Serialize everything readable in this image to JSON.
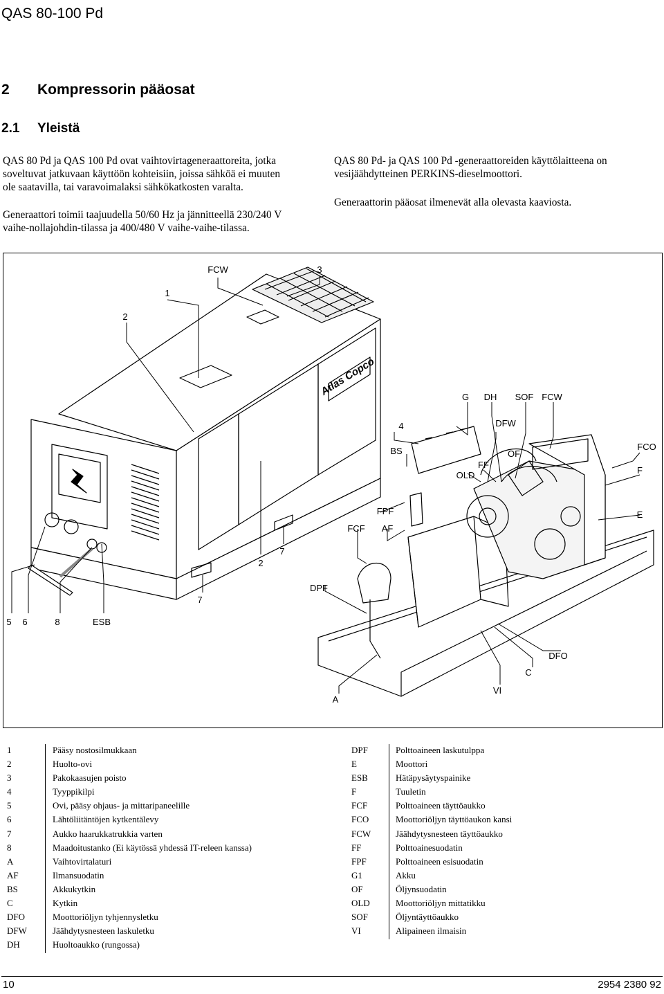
{
  "header": {
    "title": "QAS 80-100 Pd"
  },
  "section": {
    "number": "2",
    "title": "Kompressorin pääosat"
  },
  "subsection": {
    "number": "2.1",
    "title": "Yleistä"
  },
  "left_col": {
    "p1": [
      "QAS 80 Pd ja QAS 100 Pd ovat vaihtovirtageneraattoreita, jotka",
      "soveltuvat jatkuvaan käyttöön kohteisiin, joissa sähköä ei muuten",
      "ole saatavilla, tai varavoimalaksi sähkökatkosten varalta."
    ],
    "p2": [
      "Generaattori toimii taajuudella 50/60 Hz ja jännitteellä 230/240 V",
      "vaihe-nollajohdin-tilassa ja 400/480 V vaihe-vaihe-tilassa."
    ]
  },
  "right_col": {
    "p1": [
      "QAS 80 Pd- ja QAS 100 Pd -generaattoreiden käyttölaitteena on",
      "vesijäähdytteinen PERKINS-dieselmoottori."
    ],
    "p2": [
      "Generaattorin pääosat ilmenevät alla olevasta kaaviosta."
    ]
  },
  "figure": {
    "brand": "Atlas Copco",
    "labels": [
      "FCW",
      "3",
      "1",
      "2",
      "G",
      "DH",
      "SOF",
      "FCW",
      "4",
      "DFW",
      "BS",
      "OF",
      "FCO",
      "FF",
      "OLD",
      "F",
      "FPF",
      "E",
      "FCF",
      "AF",
      "7",
      "2",
      "DPF",
      "7",
      "5",
      "6",
      "8",
      "ESB",
      "DFO",
      "C",
      "VI",
      "A"
    ]
  },
  "legend_left": [
    {
      "key": "1",
      "text": "Pääsy nostosilmukkaan"
    },
    {
      "key": "2",
      "text": "Huolto-ovi"
    },
    {
      "key": "3",
      "text": "Pakokaasujen poisto"
    },
    {
      "key": "4",
      "text": "Tyyppikilpi"
    },
    {
      "key": "5",
      "text": "Ovi, pääsy ohjaus- ja mittaripaneelille"
    },
    {
      "key": "6",
      "text": "Lähtöliitäntöjen kytkentälevy"
    },
    {
      "key": "7",
      "text": "Aukko haarukkatrukkia varten"
    },
    {
      "key": "8",
      "text": "Maadoitustanko (Ei käytössä yhdessä IT-releen kanssa)"
    },
    {
      "key": "A",
      "text": "Vaihtovirtalaturi"
    },
    {
      "key": "AF",
      "text": "Ilmansuodatin"
    },
    {
      "key": "BS",
      "text": "Akkukytkin"
    },
    {
      "key": "C",
      "text": "Kytkin"
    },
    {
      "key": "DFO",
      "text": "Moottoriöljyn tyhjennysletku"
    },
    {
      "key": "DFW",
      "text": "Jäähdytysnesteen laskuletku"
    },
    {
      "key": "DH",
      "text": "Huoltoaukko (rungossa)"
    }
  ],
  "legend_right": [
    {
      "key": "DPF",
      "text": "Polttoaineen laskutulppa"
    },
    {
      "key": "E",
      "text": "Moottori"
    },
    {
      "key": "ESB",
      "text": "Hätäpysäytyspainike"
    },
    {
      "key": "F",
      "text": "Tuuletin"
    },
    {
      "key": "FCF",
      "text": "Polttoaineen täyttöaukko"
    },
    {
      "key": "FCO",
      "text": "Moottoriöljyn täyttöaukon kansi"
    },
    {
      "key": "FCW",
      "text": "Jäähdytysnesteen täyttöaukko"
    },
    {
      "key": "FF",
      "text": "Polttoainesuodatin"
    },
    {
      "key": "FPF",
      "text": "Polttoaineen esisuodatin"
    },
    {
      "key": "G1",
      "text": "Akku"
    },
    {
      "key": "OF",
      "text": "Öljynsuodatin"
    },
    {
      "key": "OLD",
      "text": "Moottoriöljyn mittatikku"
    },
    {
      "key": "SOF",
      "text": "Öljyntäyttöaukko"
    },
    {
      "key": "VI",
      "text": "Alipaineen ilmaisin"
    }
  ],
  "footer": {
    "page": "10",
    "doc_number": "2954 2380 92"
  }
}
